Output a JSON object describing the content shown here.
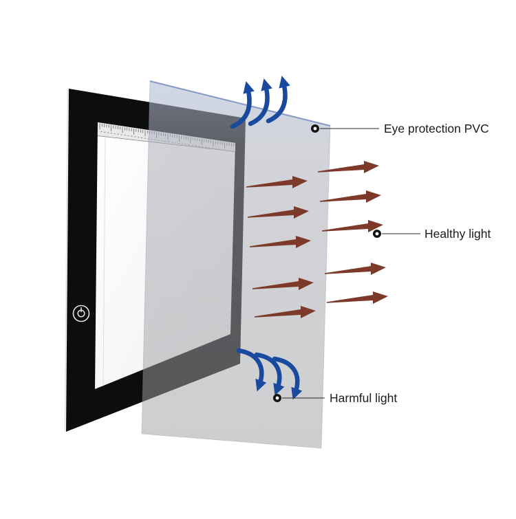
{
  "labels": {
    "eye_protection": "Eye protection PVC",
    "healthy": "Healthy light",
    "harmful": "Harmful light"
  },
  "colors": {
    "blue_arrow": "#1a4a9e",
    "healthy_arrow": "#7d3a2a",
    "pad_body": "#0d0d0d",
    "sheet_gray": "#9e9ea0",
    "label_text": "#1b1b1b",
    "background": "#ffffff"
  },
  "icons": {
    "power_button": "power-icon",
    "annotation_dot": "bullet-dot-icon"
  }
}
